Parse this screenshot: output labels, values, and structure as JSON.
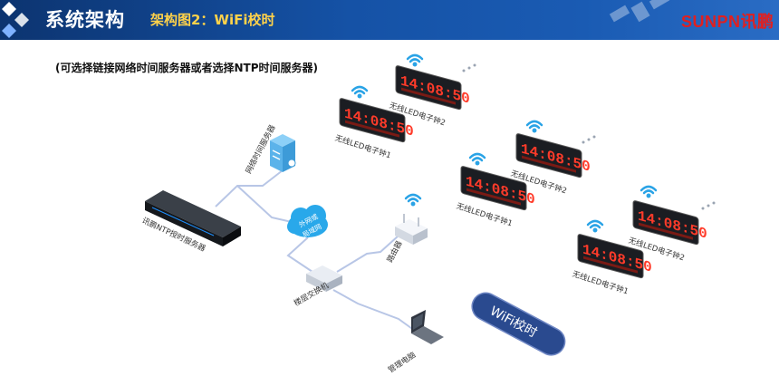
{
  "header": {
    "title": "系统架构",
    "subtitle": "架构图2：WiFi校时",
    "brand": "SUNPN讯鹏"
  },
  "diagram": {
    "note": "(可选择链接网络时间服务器或者选择NTP时间服务器)",
    "nodes": {
      "ntp_server": "讯鹏NTP授时服务器",
      "network_time_server": "网络时间服务器",
      "cloud": [
        "外网或",
        "局域网"
      ],
      "switch": "楼层交换机",
      "router": "路由器",
      "pc": "管理电脑"
    },
    "clocks": [
      {
        "label": "无线LED电子钟1",
        "time": "14:08:50"
      },
      {
        "label": "无线LED电子钟2",
        "time": "14:08:50"
      },
      {
        "label": "无线LED电子钟1",
        "time": "14:08:50"
      },
      {
        "label": "无线LED电子钟2",
        "time": "14:08:50"
      },
      {
        "label": "无线LED电子钟1",
        "time": "14:08:50"
      },
      {
        "label": "无线LED电子钟2",
        "time": "14:08:50"
      }
    ],
    "wifi_sign": "WiFi校时"
  },
  "colors": {
    "header_blue": "#1552a6",
    "subtitle_yellow": "#ffd24a",
    "brand_red": "#e02020",
    "digit_red": "#ff3b2a",
    "link_line": "#b8c6e6",
    "wifi_blue": "#2aa3e6"
  }
}
